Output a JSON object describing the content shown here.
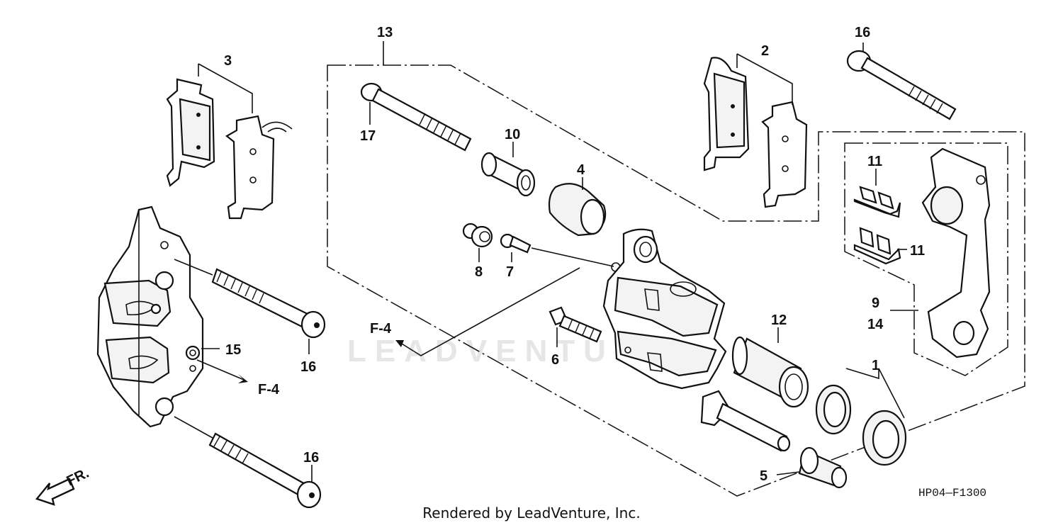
{
  "diagram_code": "HP04—F1300",
  "credit": "Rendered by LeadVenture, Inc.",
  "watermark": "LEADVENTURES",
  "direction_marker": "FR.",
  "callouts": {
    "c1": "1",
    "c2": "2",
    "c3": "3",
    "c4": "4",
    "c5": "5",
    "c6": "6",
    "c7": "7",
    "c8": "8",
    "c9": "9",
    "c10": "10",
    "c11a": "11",
    "c11b": "11",
    "c12": "12",
    "c13": "13",
    "c14": "14",
    "c15": "15",
    "c16a": "16",
    "c16b": "16",
    "c16c": "16",
    "c17": "17"
  },
  "figure_refs": {
    "f4_left": "F-4",
    "f4_center": "F-4"
  }
}
